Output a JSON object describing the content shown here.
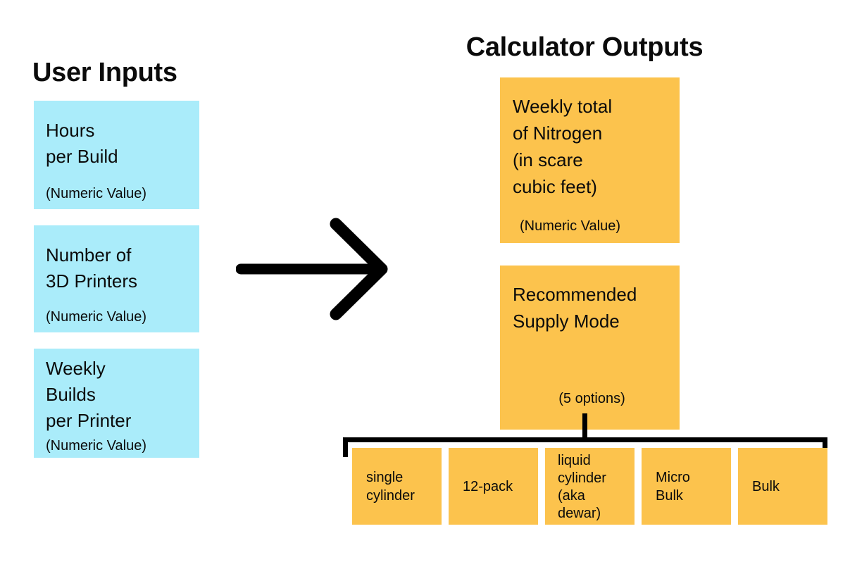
{
  "colors": {
    "input_box": "#AAECFA",
    "output_box": "#FCC34D",
    "line": "#000000"
  },
  "left_panel": {
    "title": "User Inputs",
    "boxes": [
      {
        "label": "Hours\nper Build",
        "note": "(Numeric Value)"
      },
      {
        "label": "Number of\n3D Printers",
        "note": "(Numeric Value)"
      },
      {
        "label": "Weekly\nBuilds\nper Printer",
        "note": "(Numeric Value)"
      }
    ]
  },
  "arrow": {
    "icon": "arrow-right"
  },
  "right_panel": {
    "title": "Calculator Outputs",
    "outputs": [
      {
        "label": "Weekly total\nof Nitrogen\n(in scare\ncubic feet)",
        "note": "(Numeric Value)"
      },
      {
        "label": "Recommended\nSupply Mode",
        "note": "(5 options)"
      }
    ],
    "options": [
      {
        "label": "single\ncylinder"
      },
      {
        "label": "12-pack"
      },
      {
        "label": "liquid\ncylinder\n(aka\ndewar)"
      },
      {
        "label": "Micro\nBulk"
      },
      {
        "label": "Bulk"
      }
    ]
  }
}
